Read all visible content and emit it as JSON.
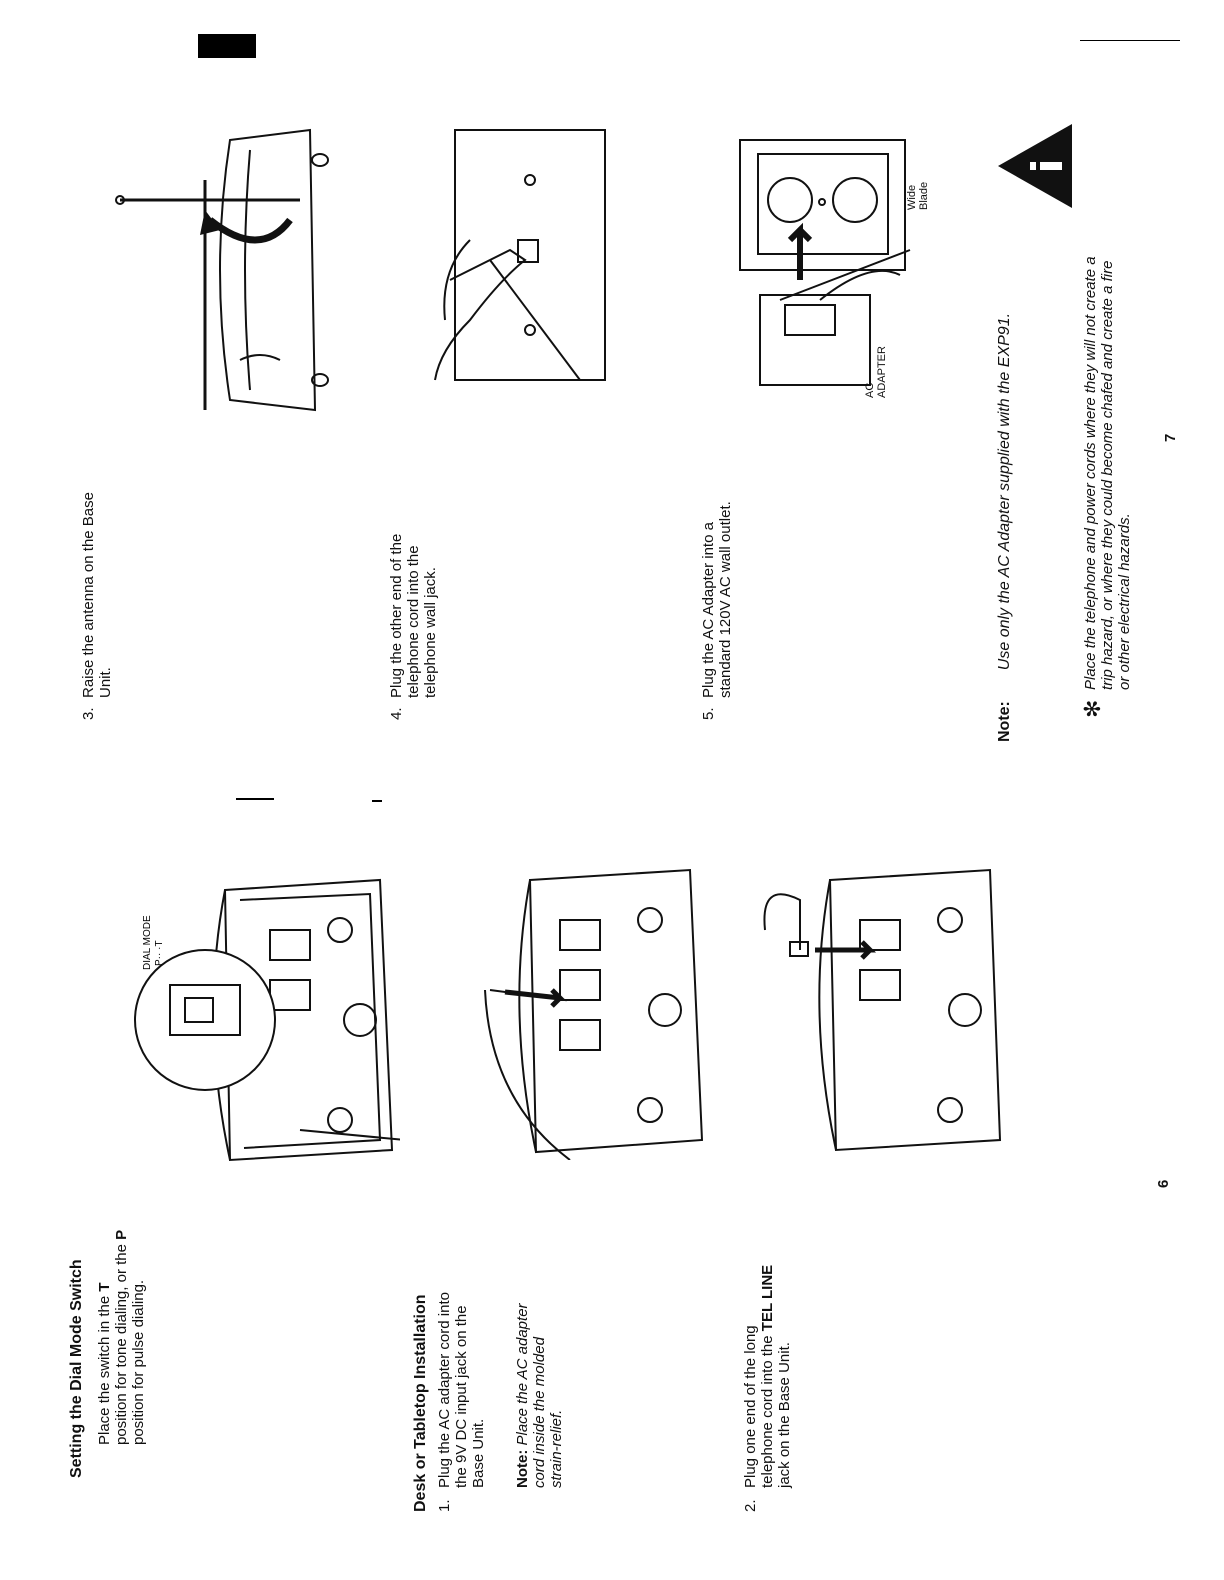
{
  "left_page": {
    "dial_mode": {
      "heading": "Setting the Dial Mode Switch",
      "body_lines": [
        {
          "pre": "Place the switch in the ",
          "bold": "T",
          "post": ""
        },
        {
          "pre": "position for tone dialing, or the ",
          "bold": "P",
          "post": ""
        },
        {
          "pre": "position for pulse dialing.",
          "bold": "",
          "post": ""
        }
      ],
      "illustration_label": "DIAL MODE",
      "illustration_sub": "P·· ·T"
    },
    "desk_install": {
      "heading": "Desk or Tabletop Installation",
      "step1_num": "1.",
      "step1_lines": [
        "Plug the AC adapter cord into",
        "the 9V DC input jack on the",
        "Base Unit."
      ],
      "note_label": "Note:",
      "note_lines": [
        " Place the AC adapter",
        "cord inside the molded",
        "strain-relief."
      ],
      "step2_num": "2.",
      "step2_lines": [
        {
          "pre": "Plug one end of the long",
          "bold": ""
        },
        {
          "pre": "telephone cord into the ",
          "bold": "TEL LINE"
        },
        {
          "pre": "jack on the Base Unit.",
          "bold": ""
        }
      ]
    },
    "page_number": "6"
  },
  "right_page": {
    "step3_num": "3.",
    "step3_lines": [
      "Raise the antenna on the Base",
      "Unit."
    ],
    "step4_num": "4.",
    "step4_lines": [
      "Plug the other end of the",
      "telephone cord into the",
      "telephone wall jack."
    ],
    "step5_num": "5.",
    "step5_lines": [
      "Plug the AC Adapter into a",
      "standard 120V AC wall outlet."
    ],
    "adapter_label": [
      "AC",
      "ADAPTER"
    ],
    "blade_label": [
      "Wide",
      "Blade"
    ],
    "note_label": "Note:",
    "note_text": "Use only the AC Adapter supplied with the EXP91.",
    "warning_lines": [
      "Place the telephone and power cords where they will not create a",
      "trip hazard, or where they could become chafed and create a fire",
      "or other electrical hazards."
    ],
    "page_number": "7"
  },
  "icons": {
    "warning": "warning-triangle-icon",
    "asterisk": "asterisk-icon"
  }
}
